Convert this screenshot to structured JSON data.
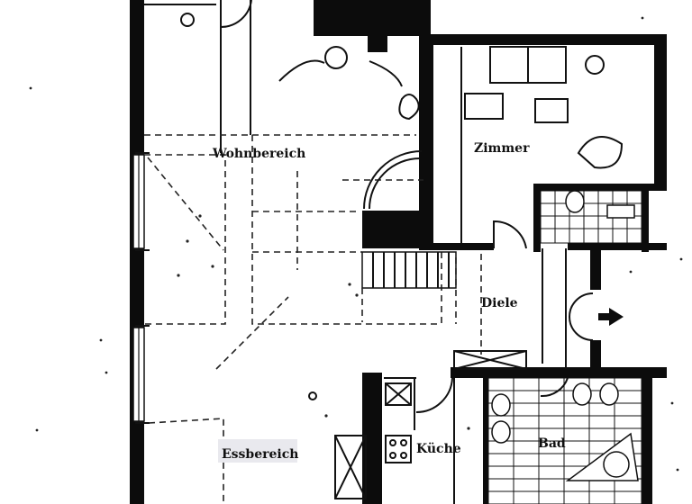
{
  "rooms": {
    "wohnbereich": "Wohnbereich",
    "zimmer": "Zimmer",
    "diele": "Diele",
    "essbereich": "Essbereich",
    "kueche": "Küche",
    "bad": "Bad"
  },
  "colors": {
    "wall": "#0c0c0c",
    "paper": "#ffffff",
    "ink": "#111111"
  }
}
